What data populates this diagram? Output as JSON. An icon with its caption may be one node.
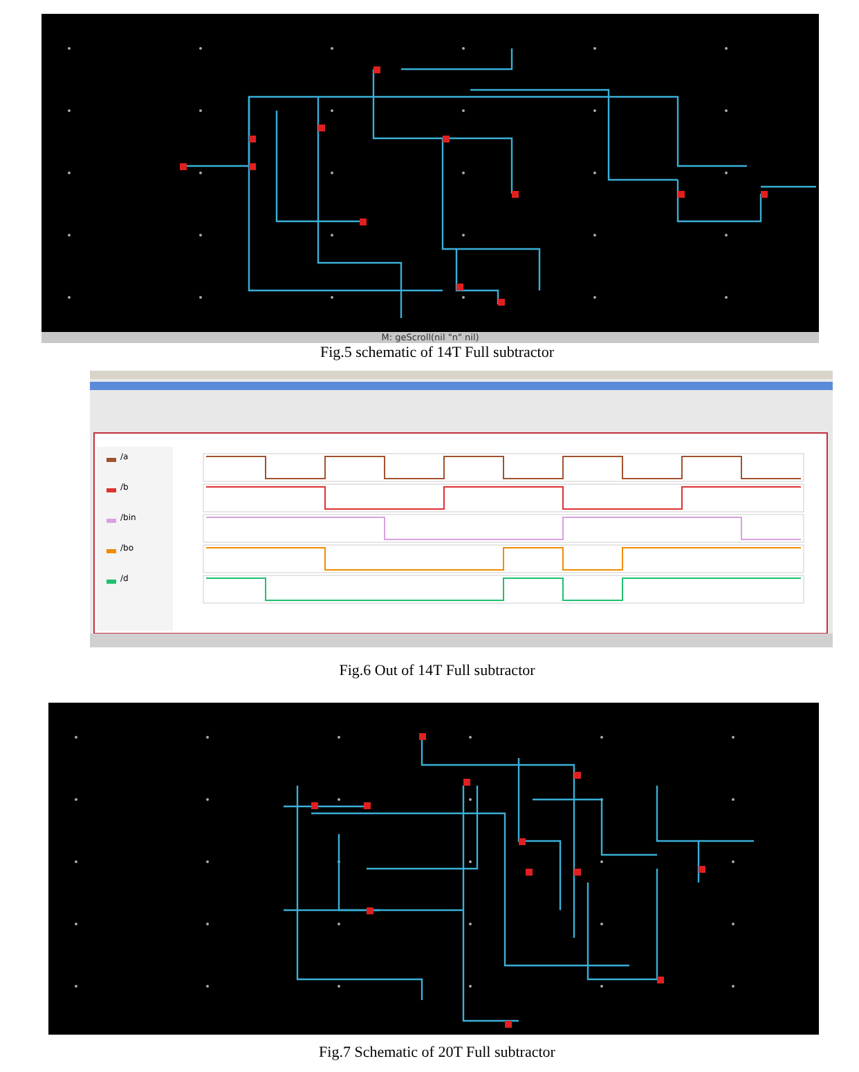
{
  "diagram": {
    "labels": [
      "M: geScroll(nil \"n\" nil)",
      "Fig.5 schematic of 14T Full subtractor",
      "/a",
      "/b",
      "/bin",
      "/bo",
      "/d",
      "Fig.6 Out of 14T Full subtractor",
      "Fig.7 Schematic of 20T Full subtractor"
    ]
  }
}
